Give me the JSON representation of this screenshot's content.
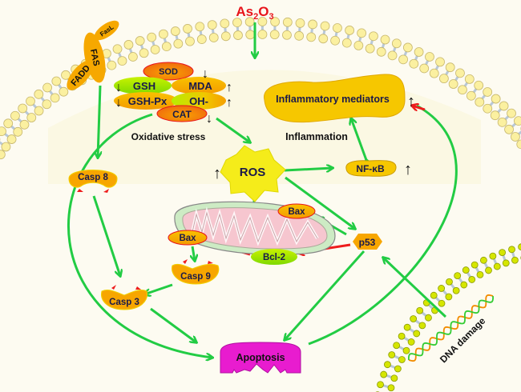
{
  "title": "As2O3 mechanism of toxicity pathway diagram",
  "stimulus": {
    "base": "As",
    "sub1": "2",
    "mid": "O",
    "sub2": "3"
  },
  "receptor": {
    "fasl": "FasL",
    "fas": "FAS",
    "fadd": "FADD"
  },
  "oxidative": {
    "sod": "SOD",
    "gsh": "GSH",
    "mda": "MDA",
    "gshpx": "GSH-Px",
    "oh": "OH-",
    "cat": "CAT",
    "label": "Oxidative stress"
  },
  "inflammation": {
    "mediators": "Inflammatory mediators",
    "label": "Inflammation",
    "nfkb": "NF-κB"
  },
  "nodes": {
    "ros": "ROS",
    "casp8": "Casp 8",
    "casp9": "Casp 9",
    "casp3": "Casp 3",
    "bax_mito": "Bax",
    "bax_left": "Bax",
    "bcl2": "Bcl-2",
    "p53": "p53",
    "apoptosis": "Apoptosis",
    "dna": "DNA damage"
  },
  "arrows": {
    "up": "↑",
    "down": "↓"
  },
  "colors": {
    "background": "#fdfbf1",
    "activation": "#22cc44",
    "inhibition": "#ee1c1c",
    "stimulus_text": "#e8141b",
    "orange_node": "#f7a600",
    "apoptosis": "#e81ccf",
    "ros": "#f5ec1a"
  }
}
